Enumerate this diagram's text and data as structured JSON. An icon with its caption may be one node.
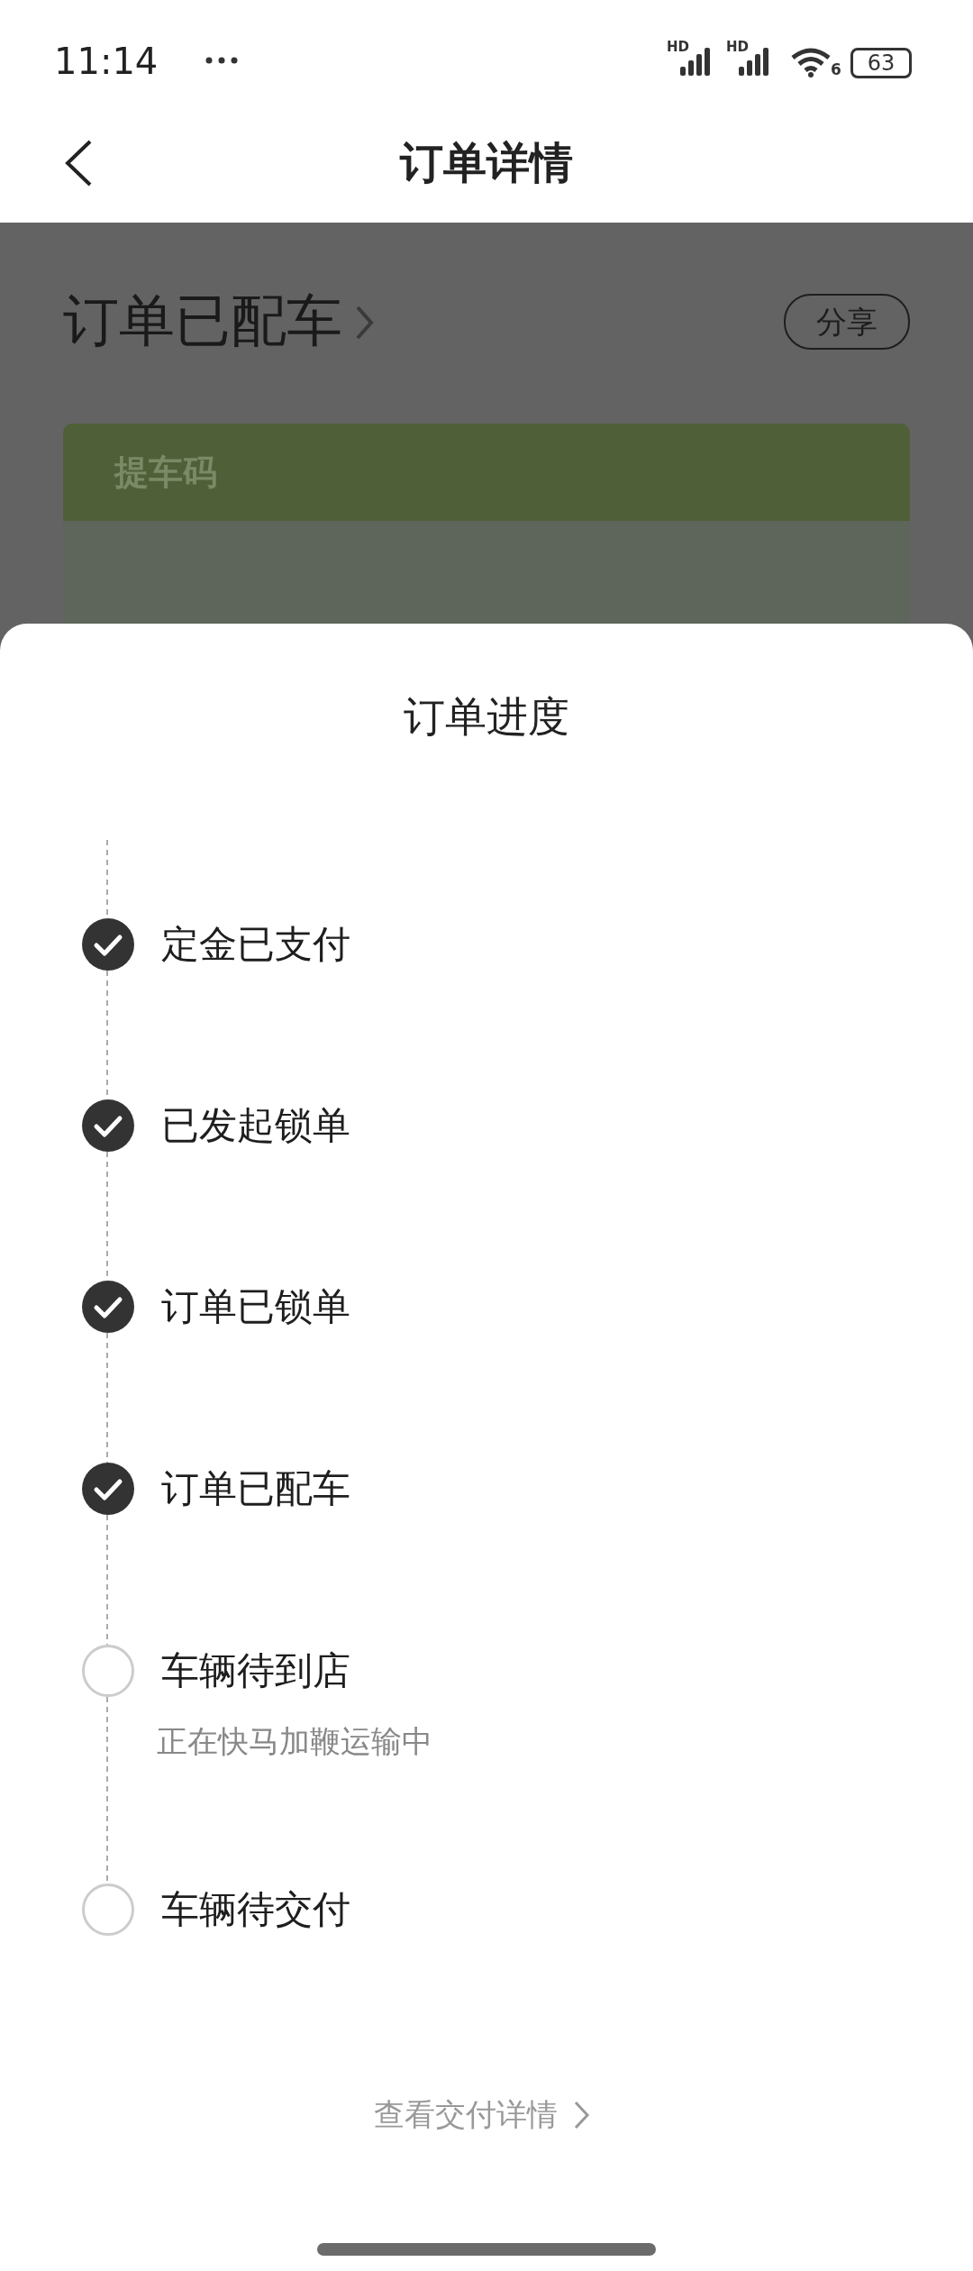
{
  "diagram": {
    "title": "订单详情",
    "nodes": [
      {
        "text": [
          "定金已支付"
        ]
      },
      {
        "text": [
          "已发起锁单"
        ]
      },
      {
        "text": [
          "订单已锁单"
        ]
      },
      {
        "text": [
          "订单已配车"
        ]
      },
      {
        "text": [
          "车辆待到店"
        ],
        "beside": [
          "正在快马加鞭运输中"
        ]
      },
      {
        "text": [
          "车辆待交付"
        ]
      }
    ],
    "edges": [
      {
        "from": null,
        "to": 0,
        "arrow": "none",
        "style": "dashed"
      },
      {
        "from": 0,
        "to": 1,
        "arrow": "none",
        "style": "dashed"
      },
      {
        "from": 1,
        "to": 2,
        "arrow": "none",
        "style": "dashed"
      },
      {
        "from": 2,
        "to": 3,
        "arrow": "none",
        "style": "dashed"
      },
      {
        "from": 3,
        "to": 4,
        "arrow": "none",
        "style": "dashed"
      },
      {
        "from": 4,
        "to": 5,
        "arrow": "none",
        "style": "dashed"
      }
    ],
    "labels": [
      "11:14",
      "HD",
      "HD",
      "6",
      "63",
      "订单已配车",
      "分享",
      "提车码",
      "订单进度",
      "查看交付详情"
    ]
  }
}
